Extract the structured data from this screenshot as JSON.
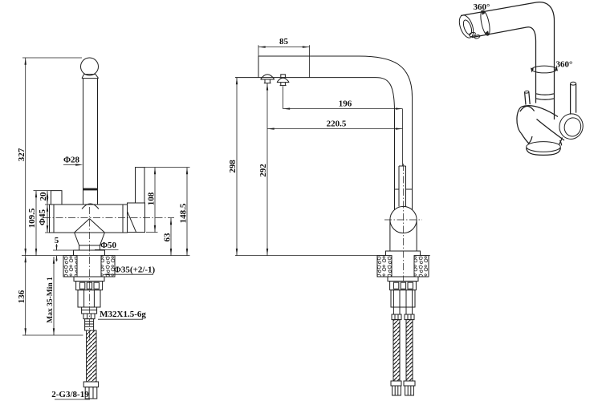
{
  "colors": {
    "background": "#ffffff",
    "line": "#1f1f1f"
  },
  "views": {
    "front": {
      "dims": {
        "height_total": "327",
        "under_counter": "136",
        "body_height": "109.5",
        "stub": "20",
        "body_dia": "Φ45",
        "clamp_range": "Max 35-Min 1",
        "spout_dia": "Φ28",
        "flange_thk": "5",
        "base_dia": "Φ50",
        "pin_height": "108",
        "handle_height": "148.5",
        "center_height": "63",
        "hole_dia": "Φ35(+2/-1)",
        "thread": "M32X1.5-6g",
        "hose_thread": "2-G3/8-19"
      }
    },
    "side": {
      "dims": {
        "spout_end": "85",
        "reach_inner": "196",
        "reach_outer": "220.5",
        "height_outer": "298",
        "height_inner": "292"
      }
    },
    "iso": {
      "labels": {
        "spout_rotation": "360°",
        "body_rotation": "360°"
      }
    }
  }
}
